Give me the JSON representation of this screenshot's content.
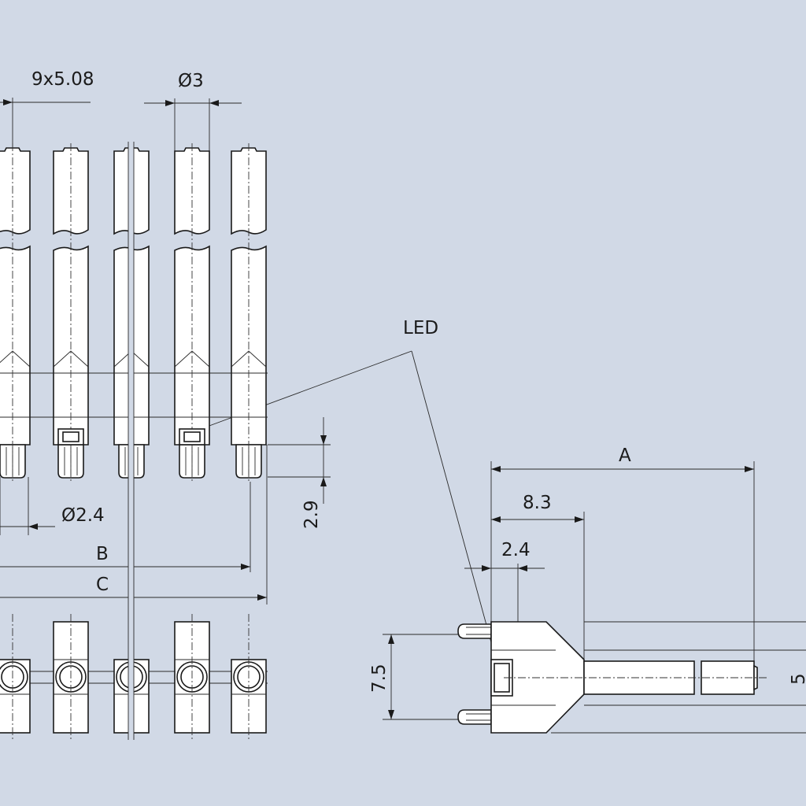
{
  "labels": {
    "pitch": "9x5.08",
    "diameter_top": "Ø3",
    "led": "LED",
    "diameter_pin": "Ø2.4",
    "dim_29": "2.9",
    "dim_b": "B",
    "dim_c": "C",
    "dim_a": "A",
    "dim_83": "8.3",
    "dim_24": "2.4",
    "dim_75": "7.5",
    "dim_5": "5"
  }
}
